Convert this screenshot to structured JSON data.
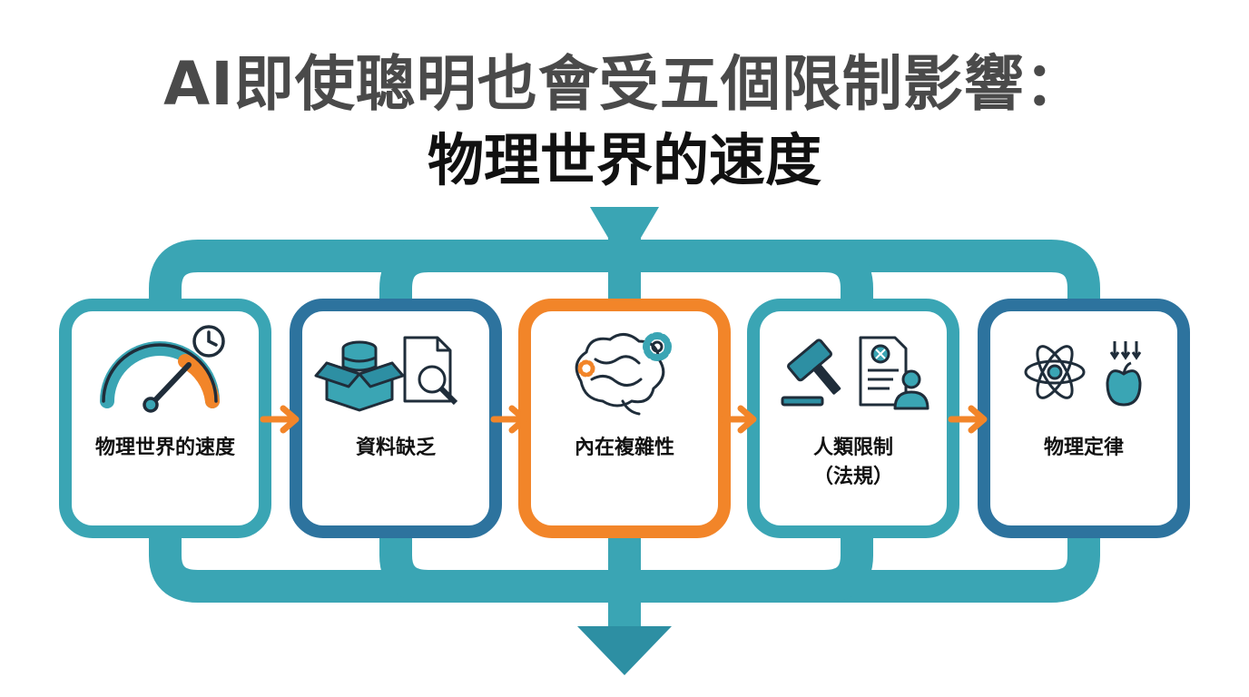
{
  "title": {
    "line1": "AI即使聰明也會受五個限制影響：",
    "line2": "物理世界的速度"
  },
  "colors": {
    "teal": "#3aa5b4",
    "blue": "#2d739e",
    "orange": "#f28529",
    "dark": "#222222"
  },
  "boxes": [
    {
      "label_lines": [
        "物理世界的速度"
      ],
      "icon": "speedometer-clock-icon",
      "border": "teal"
    },
    {
      "label_lines": [
        "資料缺乏"
      ],
      "icon": "database-box-search-icon",
      "border": "blue"
    },
    {
      "label_lines": [
        "內在複雜性"
      ],
      "icon": "brain-gears-icon",
      "border": "orange"
    },
    {
      "label_lines": [
        "人類限制",
        "（法規）"
      ],
      "icon": "gavel-document-person-icon",
      "border": "teal"
    },
    {
      "label_lines": [
        "物理定律"
      ],
      "icon": "atom-apple-icon",
      "border": "blue"
    }
  ]
}
